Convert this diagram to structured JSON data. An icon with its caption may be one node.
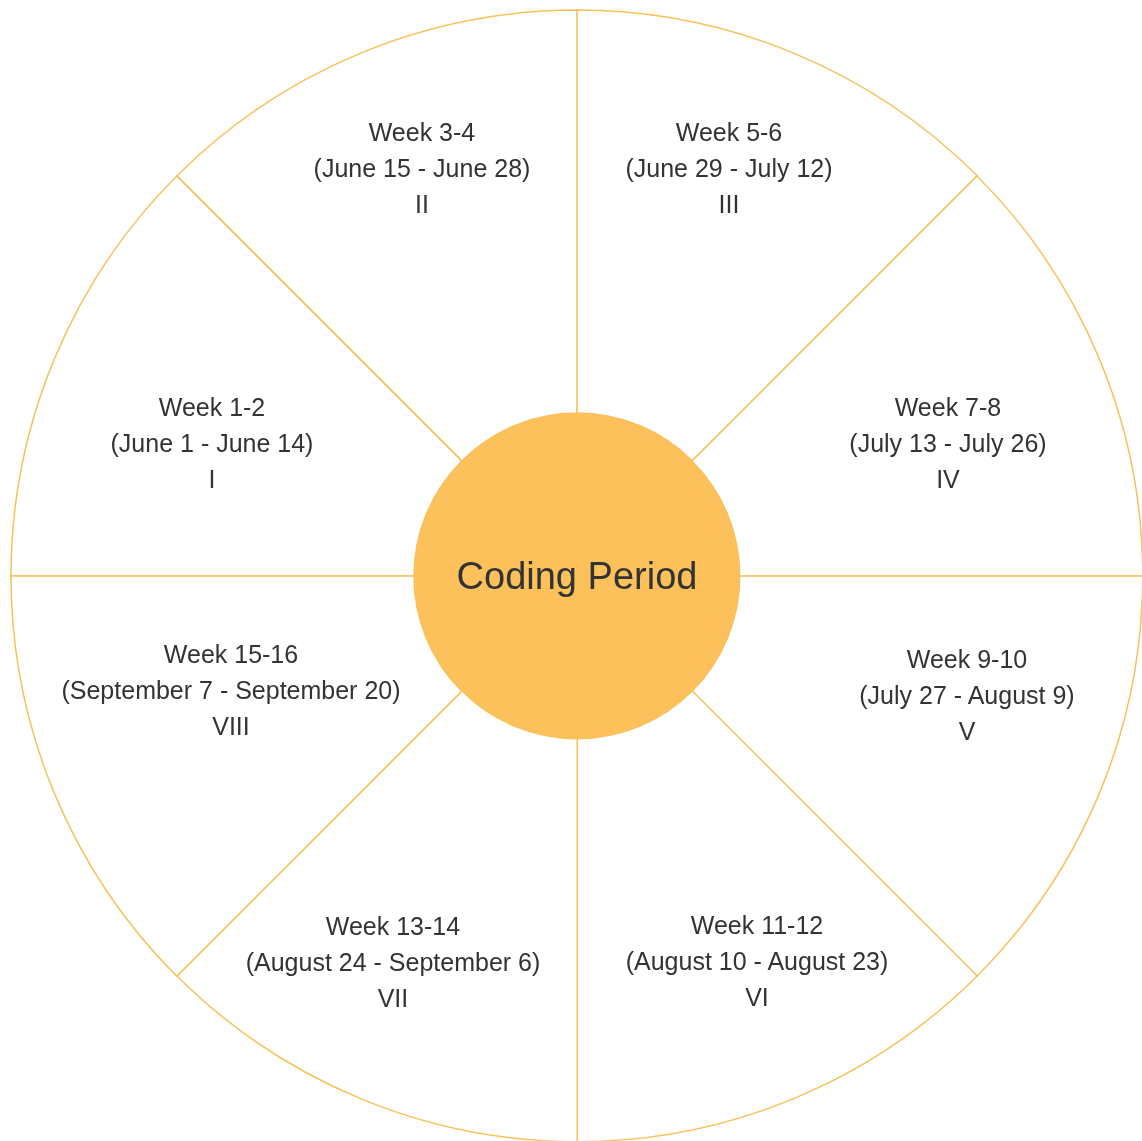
{
  "diagram": {
    "nodes": [
      {
        "text": [
          "Coding Period"
        ]
      },
      {
        "text": [
          "Week 1-2",
          "(June 1 - June 14)",
          "I"
        ]
      },
      {
        "text": [
          "Week 3-4",
          "(June 15 - June 28)",
          "II"
        ]
      },
      {
        "text": [
          "Week 5-6",
          "(June 29 - July 12)",
          "III"
        ]
      },
      {
        "text": [
          "Week 7-8",
          "(July 13 - July 26)",
          "IV"
        ]
      },
      {
        "text": [
          "Week 9-10",
          "(July 27 - August 9)",
          "V"
        ]
      },
      {
        "text": [
          "Week 11-12",
          "(August 10 - August 23)",
          "VI"
        ]
      },
      {
        "text": [
          "Week 13-14",
          "(August 24 - September 6)",
          "VII"
        ]
      },
      {
        "text": [
          "Week 15-16",
          "(September 7 - September 20)",
          "VIII"
        ]
      }
    ]
  }
}
